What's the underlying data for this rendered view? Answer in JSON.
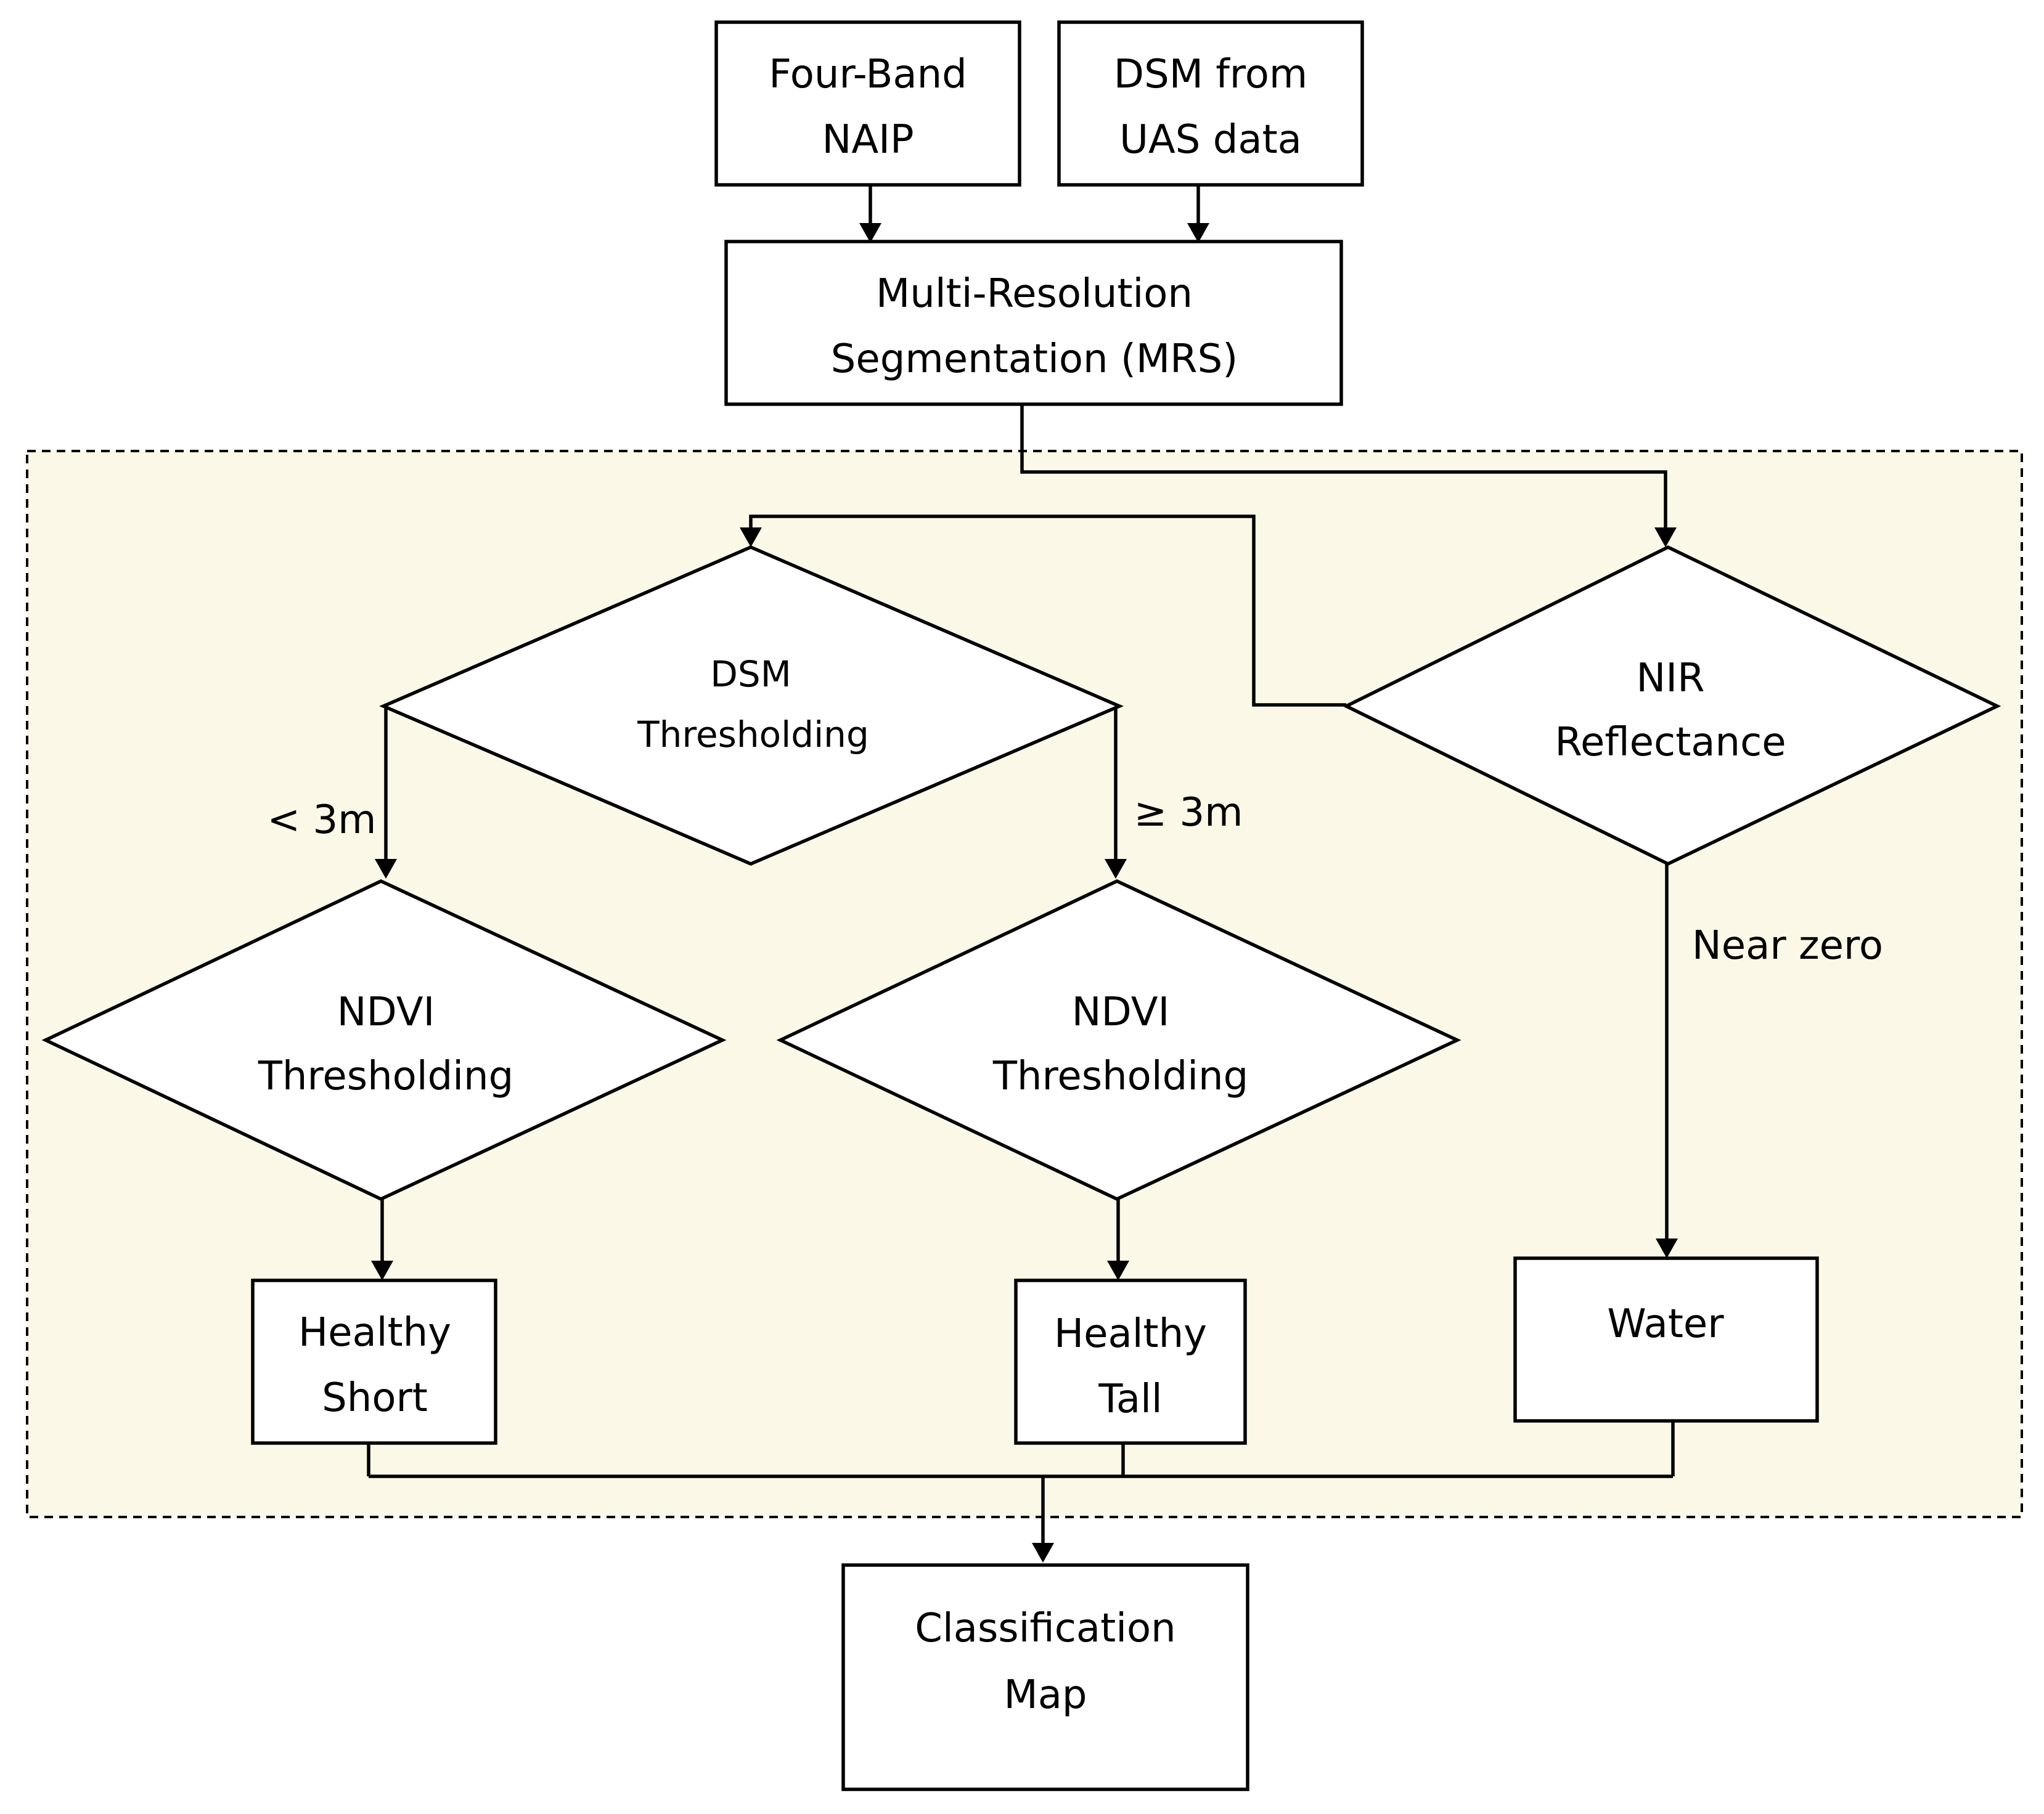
{
  "colors": {
    "region_fill": "#fcf8e8",
    "stroke": "#000000",
    "node_fill": "#ffffff",
    "text": "#000000"
  },
  "nodes": {
    "four_band_naip": {
      "lines": [
        "Four-Band",
        "NAIP"
      ]
    },
    "dsm_from_uas": {
      "lines": [
        "DSM from",
        "UAS data"
      ]
    },
    "mrs": {
      "lines": [
        "Multi-Resolution",
        "Segmentation (MRS)"
      ]
    },
    "dsm_thresholding": {
      "lines": [
        "DSM",
        "Thresholding"
      ]
    },
    "nir_reflectance": {
      "lines": [
        "NIR",
        "Reflectance"
      ]
    },
    "ndvi_left": {
      "lines": [
        "NDVI",
        "Thresholding"
      ]
    },
    "ndvi_right": {
      "lines": [
        "NDVI",
        "Thresholding"
      ]
    },
    "healthy_short": {
      "lines": [
        "Healthy",
        "Short"
      ]
    },
    "healthy_tall": {
      "lines": [
        "Healthy",
        "Tall"
      ]
    },
    "water": {
      "lines": [
        "Water"
      ]
    },
    "classification_map": {
      "lines": [
        "Classification",
        "Map"
      ]
    }
  },
  "edge_labels": {
    "lt_3m": "< 3m",
    "ge_3m": "≥ 3m",
    "near_zero": "Near zero"
  }
}
